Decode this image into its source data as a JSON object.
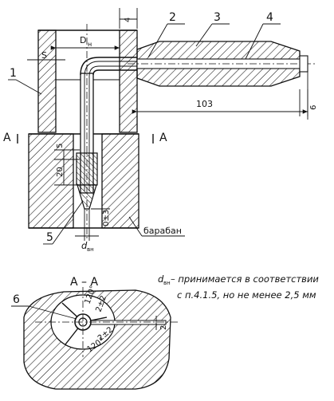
{
  "drawing": {
    "callouts": {
      "c1": "1",
      "c2": "2",
      "c3": "3",
      "c4": "4",
      "c5": "5",
      "c6": "6"
    },
    "dims": {
      "wall_gap": "4",
      "outer_diameter": "D",
      "outer_diameter_sub": "н",
      "wall_thickness": "S",
      "length": "103",
      "pipe_end": "6",
      "gap_a": "5",
      "depth": "20",
      "tip": "0±3",
      "bore": "d",
      "bore_sub": "вн",
      "section_gap": "2"
    },
    "section_mark": {
      "left": "A",
      "right": "A"
    },
    "section_title": "A – A",
    "drum_label": "барабан",
    "angles": [
      "120°",
      "2±2",
      "120°",
      "2±2"
    ],
    "note": {
      "symbol": "d",
      "symbol_sub": "вн",
      "line1": "– принимается в соответствии",
      "line2": "с п.4.1.5, но не менее 2,5 мм"
    }
  }
}
